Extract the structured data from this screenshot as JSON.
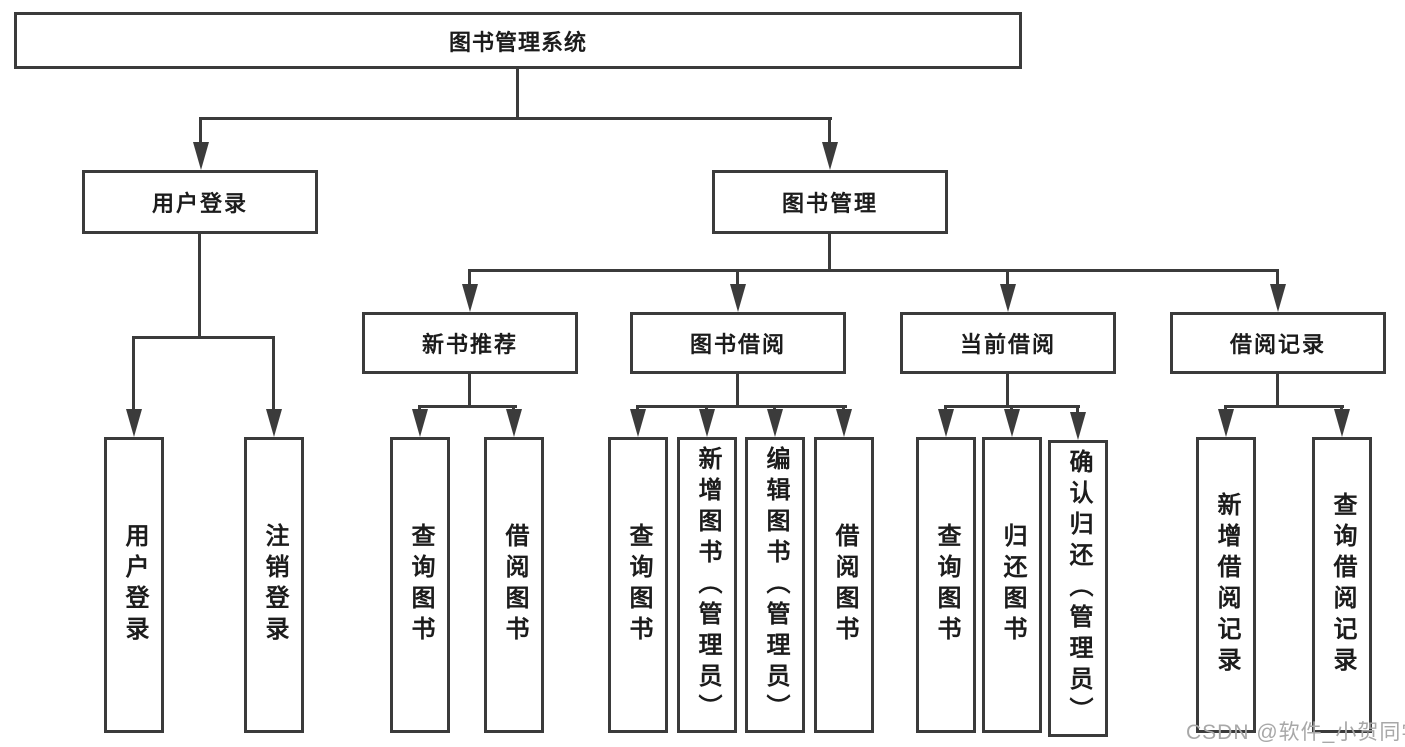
{
  "tree": {
    "root": {
      "label": "图书管理系统"
    },
    "user_login": {
      "label": "用户登录",
      "children": [
        {
          "label": "用户登录"
        },
        {
          "label": "注销登录"
        }
      ]
    },
    "book_mgmt": {
      "label": "图书管理",
      "groups": [
        {
          "label": "新书推荐",
          "children": [
            {
              "label": "查询图书"
            },
            {
              "label": "借阅图书"
            }
          ]
        },
        {
          "label": "图书借阅",
          "children": [
            {
              "label": "查询图书"
            },
            {
              "label": "新增图书（管理员）"
            },
            {
              "label": "编辑图书（管理员）"
            },
            {
              "label": "借阅图书"
            }
          ]
        },
        {
          "label": "当前借阅",
          "children": [
            {
              "label": "查询图书"
            },
            {
              "label": "归还图书"
            },
            {
              "label": "确认归还（管理员）"
            }
          ]
        },
        {
          "label": "借阅记录",
          "children": [
            {
              "label": "新增借阅记录"
            },
            {
              "label": "查询借阅记录"
            }
          ]
        }
      ]
    }
  },
  "watermark": {
    "text": "CSDN @软件_小贺同学"
  },
  "colors": {
    "line": "#3b3b3b",
    "text": "#1c1c1c",
    "background": "#ffffff",
    "watermark": "#a8a8a8"
  }
}
